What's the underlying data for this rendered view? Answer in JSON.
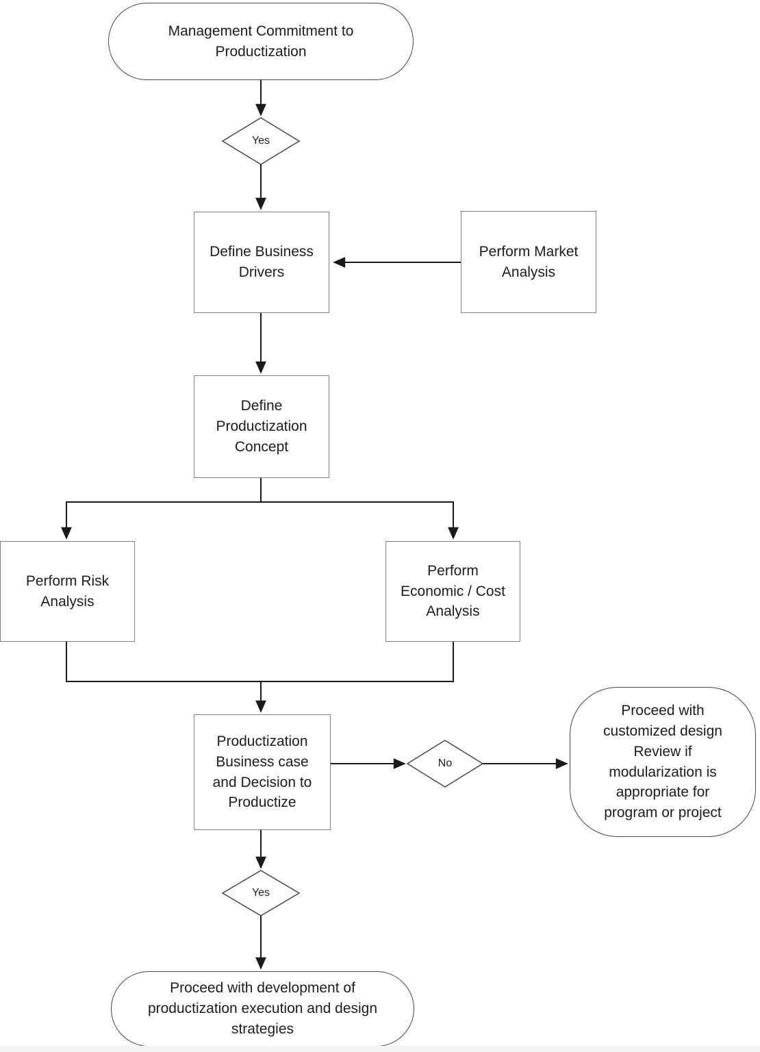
{
  "diagram": {
    "background_color": "#ffffff",
    "footer_strip_color": "#f3f3f3",
    "line_color": "#1a1a1a",
    "process_border_color": "#7f7f7f",
    "terminator_border_color": "#464646",
    "text_color": "#1c1c1c",
    "nodes": {
      "start": {
        "type": "terminator",
        "label": "Management Commitment to\nProductization"
      },
      "decision_commit": {
        "type": "decision",
        "label": "Yes"
      },
      "define_business_drivers": {
        "type": "process",
        "label": "Define Business\nDrivers"
      },
      "perform_market_analysis": {
        "type": "process",
        "label": "Perform Market\nAnalysis"
      },
      "define_productization_concept": {
        "type": "process",
        "label": "Define\nProductization\nConcept"
      },
      "perform_risk_analysis": {
        "type": "process",
        "label": "Perform Risk\nAnalysis"
      },
      "perform_economic_cost_analysis": {
        "type": "process",
        "label": "Perform\nEconomic / Cost\nAnalysis"
      },
      "productization_business_case": {
        "type": "process",
        "label": "Productization\nBusiness case\nand Decision to\nProductize"
      },
      "decision_productize_no": {
        "type": "decision",
        "label": "No"
      },
      "customized_design_path": {
        "type": "terminator",
        "label": "Proceed with\ncustomized design\nReview if\nmodularization is\nappropriate for\nprogram or project"
      },
      "decision_productize_yes": {
        "type": "decision",
        "label": "Yes"
      },
      "proceed_development": {
        "type": "terminator",
        "label": "Proceed with development of\nproductization execution and design\nstrategies"
      }
    }
  }
}
